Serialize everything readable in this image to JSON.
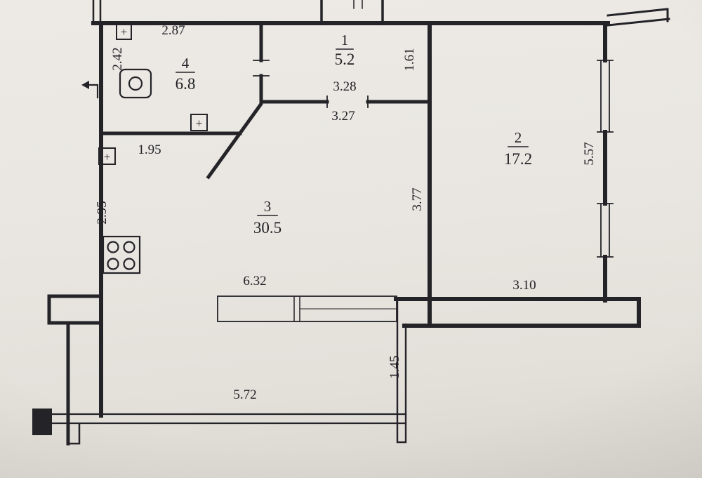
{
  "plan": {
    "rooms": [
      {
        "number": "1",
        "area": "5.2"
      },
      {
        "number": "2",
        "area": "17.2"
      },
      {
        "number": "3",
        "area": "30.5"
      },
      {
        "number": "4",
        "area": "6.8"
      }
    ],
    "dimensions": {
      "bathroom_width": "2.87",
      "bathroom_depth": "2.42",
      "hall_width": "3.28",
      "hall_depth": "1.61",
      "hall_opening": "3.27",
      "kitchen_passage": "1.95",
      "kitchen_depth": "2.95",
      "living_depth": "3.77",
      "living_width": "6.32",
      "room2_depth": "5.57",
      "room2_width": "3.10",
      "balcony_depth": "1.45",
      "balcony_width": "5.72"
    },
    "symbols": {
      "plus": "+"
    }
  }
}
